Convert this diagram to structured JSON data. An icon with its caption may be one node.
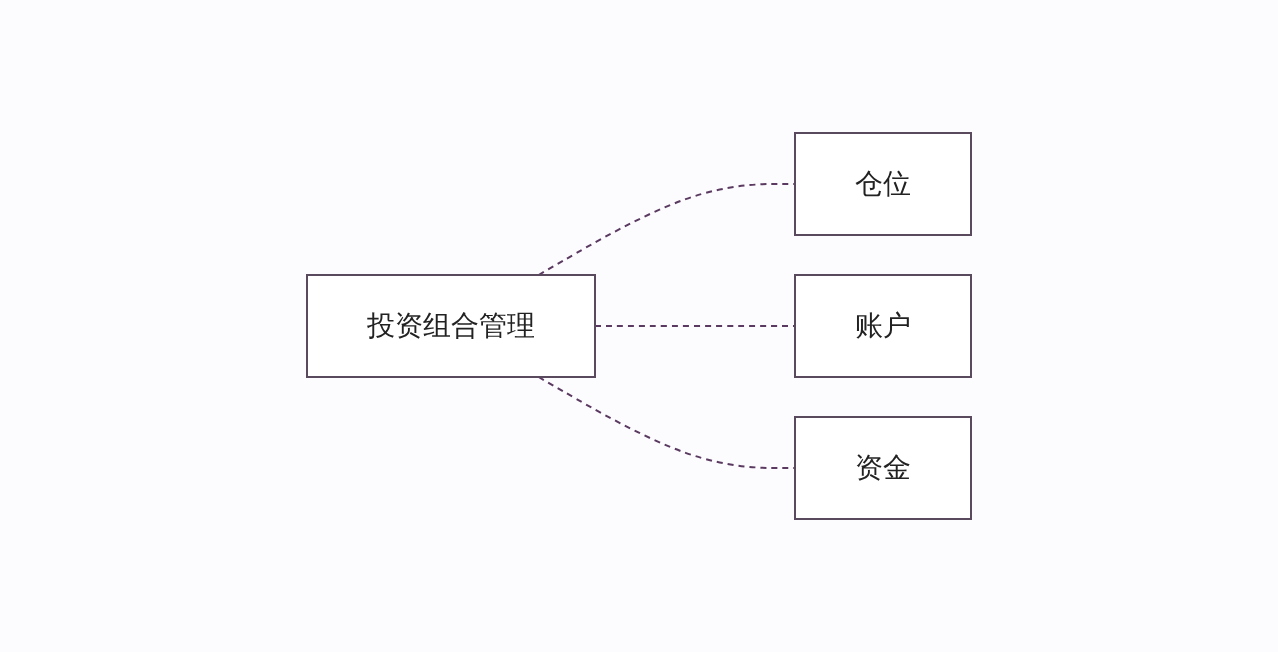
{
  "diagram": {
    "nodes": [
      {
        "text": [
          "投资组合管理"
        ]
      },
      {
        "text": [
          "仓位"
        ]
      },
      {
        "text": [
          "账户"
        ]
      },
      {
        "text": [
          "资金"
        ]
      }
    ],
    "edges": [
      {
        "from": 0,
        "to": 1,
        "arrow": "none",
        "style": "dashed"
      },
      {
        "from": 0,
        "to": 2,
        "arrow": "none",
        "style": "dashed"
      },
      {
        "from": 0,
        "to": 3,
        "arrow": "none",
        "style": "dashed"
      }
    ]
  }
}
